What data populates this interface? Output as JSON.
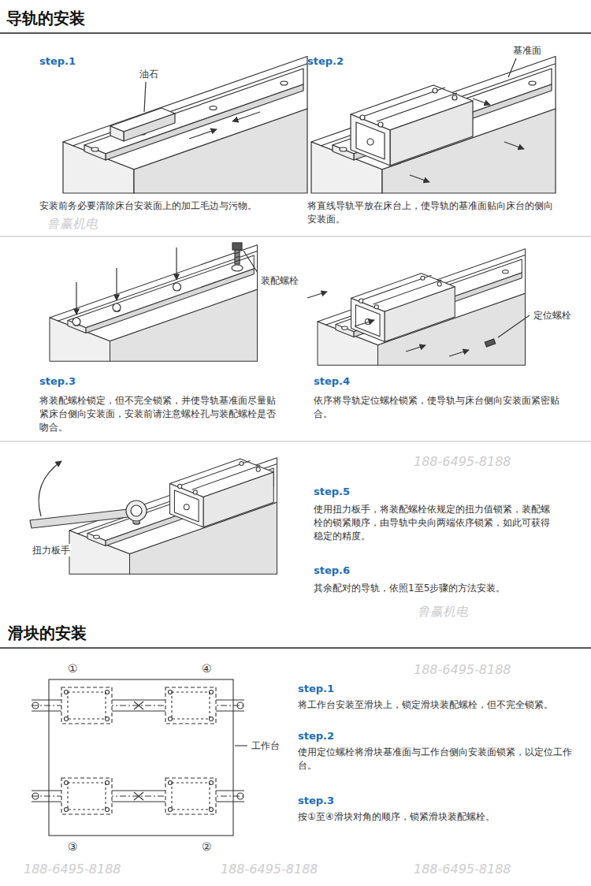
{
  "diagram": {
    "labels": [
      "导轨的安装",
      "step.1",
      "油石",
      "安装前务必要清除床台安装面上的加工毛边与污物。",
      "step.2",
      "基准面",
      "将直线导轨平放在床台上，使导轨的基准面贴向床台的侧向安装面。",
      "step.3",
      "装配螺栓",
      "将装配螺栓锁定，但不完全锁紧，并使导轨基准面尽量贴紧床台侧向安装面，安装前请注意螺栓孔与装配螺栓是否吻合。",
      "step.4",
      "定位螺栓",
      "依序将导轨定位螺栓锁紧，使导轨与床台侧向安装面紧密贴合。",
      "扭力板手",
      "step.5",
      "使用扭力板手，将装配螺栓依规定的扭力值锁紧，装配螺栓的锁紧顺序，由导轨中央向两端依序锁紧，如此可获得稳定的精度。",
      "step.6",
      "其余配对的导轨，依照1至5步骤的方法安装。",
      "滑块的安装",
      "①",
      "④",
      "工作台",
      "③",
      "②",
      "step.1",
      "将工作台安装至滑块上，锁定滑块装配螺栓，但不完全锁紧。",
      "step.2",
      "使用定位螺栓将滑块基准面与工作台侧向安装面锁紧，以定位工作台。",
      "step.3",
      "按①至④滑块对角的顺序，锁紧滑块装配螺栓。",
      "188-6495-8188",
      "188-6495-8188",
      "188-6495-8188",
      "188-6495-8188",
      "188-6495-8188",
      "鲁赢机电",
      "鲁赢机电"
    ]
  }
}
